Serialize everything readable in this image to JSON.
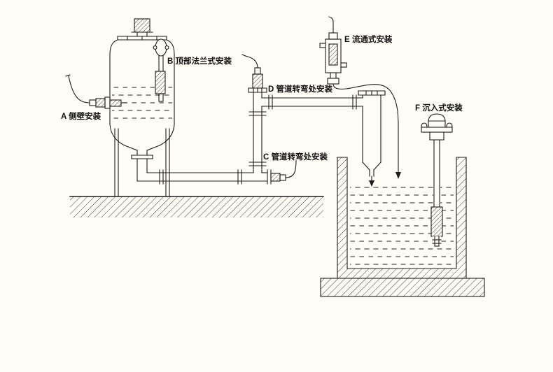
{
  "diagram": {
    "background": "#fffdf6",
    "line_color": "#1c1c1c",
    "text_color": "#111111",
    "labels": {
      "a": "A 侧壁安装",
      "b": "B 顶部法兰式安装",
      "c": "C 管道转弯处安装",
      "d": "D 管道转弯处安装",
      "e": "E 流通式安装",
      "f": "F 沉入式安装"
    }
  }
}
